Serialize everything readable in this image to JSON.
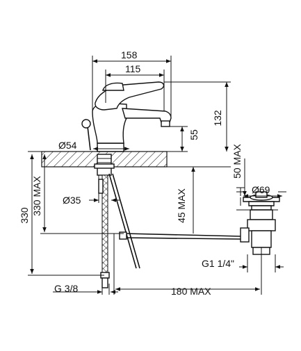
{
  "dimensions": {
    "width_158": "158",
    "width_115": "115",
    "height_132": "132",
    "height_55": "55",
    "diam_54": "Ø54",
    "diam_35": "Ø35",
    "diam_69": "Ø69",
    "depth_50_max": "50 MAX",
    "depth_45_max": "45 MAX",
    "height_330": "330",
    "height_330_max": "330 MAX",
    "thread_g38": "G 3/8",
    "thread_g114": "G1 1/4\"",
    "reach_180_max": "180 MAX"
  }
}
